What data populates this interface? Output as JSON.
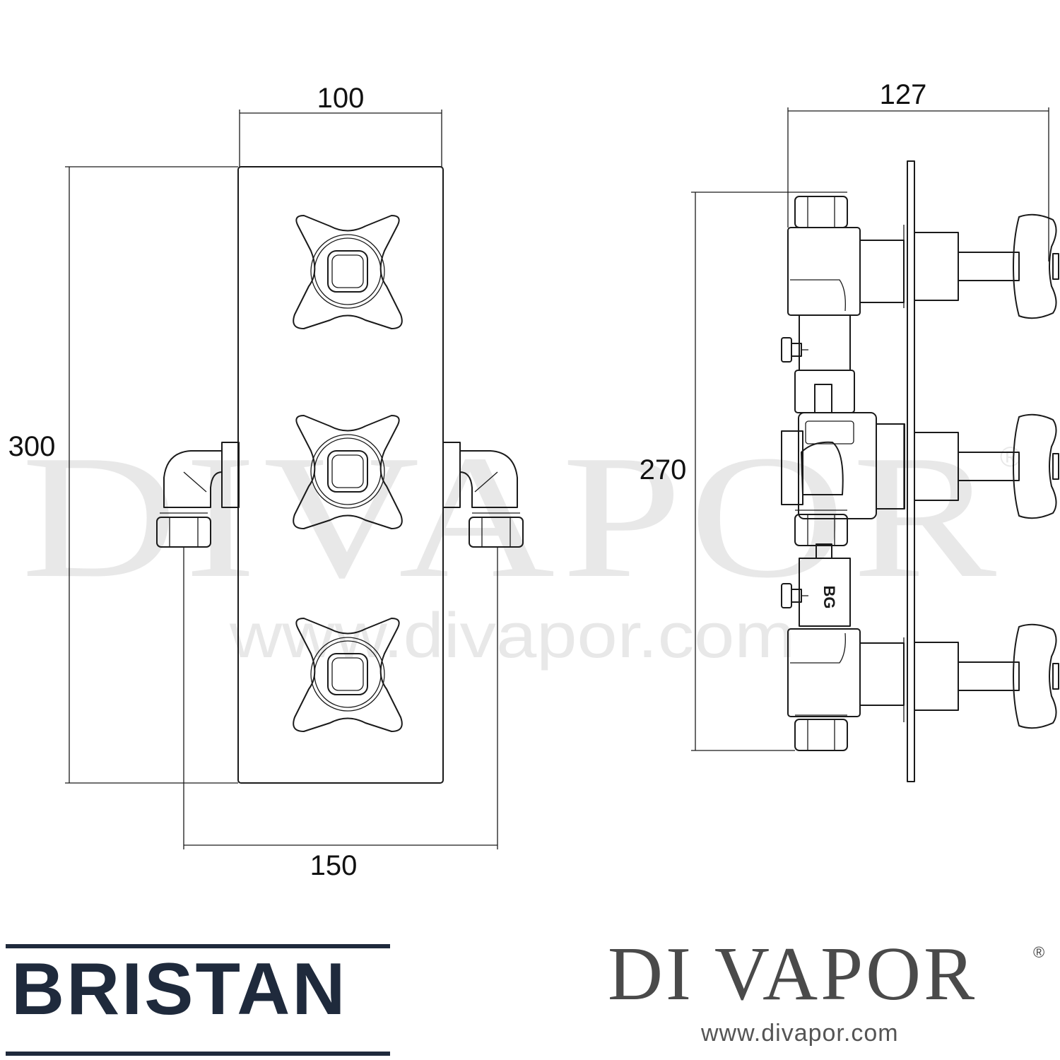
{
  "dimensions": {
    "front_width": "100",
    "front_height": "300",
    "inlet_centres": "150",
    "side_depth": "127",
    "side_height": "270"
  },
  "valve_marking": "BG",
  "watermark": {
    "brand": "DIVAPOR",
    "registered": "®",
    "url": "www.divapor.com"
  },
  "logos": {
    "bristan": "BRISTAN",
    "divapor_name": "DI VAPOR",
    "divapor_registered": "®",
    "divapor_url": "www.divapor.com"
  },
  "colors": {
    "line": "#1a1a1a",
    "bristan_navy": "#1f2a3c",
    "divapor_grey": "#4a4a4a",
    "watermark": "#d9d9d9"
  }
}
